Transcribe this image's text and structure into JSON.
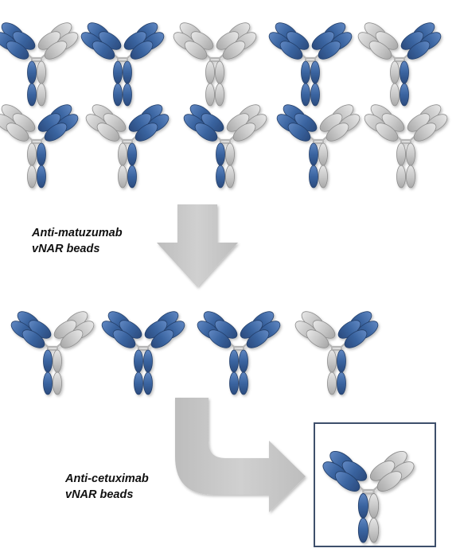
{
  "colors": {
    "blue_chain": "#3a64a0",
    "blue_chain_edge": "#243f6b",
    "grey_chain": "#c9c9c9",
    "grey_chain_edge": "#8c8c8c",
    "hinge": "#b5b5b5",
    "process_arrow": "#c6c6c6",
    "result_frame": "#3e4f6b"
  },
  "steps": [
    {
      "line1": "Anti-matuzumab",
      "line2": "vNAR beads"
    },
    {
      "line1": "Anti-cetuximab",
      "line2": "vNAR beads"
    }
  ],
  "antibody_groups": [
    {
      "name": "starting-mixture",
      "rows": [
        [
          {
            "left": "blue",
            "right": "grey"
          },
          {
            "left": "blue",
            "right": "blue"
          },
          {
            "left": "grey",
            "right": "grey"
          },
          {
            "left": "blue",
            "right": "blue"
          },
          {
            "left": "grey",
            "right": "blue"
          }
        ],
        [
          {
            "left": "grey",
            "right": "blue"
          },
          {
            "left": "grey",
            "right": "blue"
          },
          {
            "left": "blue",
            "right": "grey"
          },
          {
            "left": "blue",
            "right": "grey"
          },
          {
            "left": "grey",
            "right": "grey"
          }
        ]
      ]
    },
    {
      "name": "after-first-capture",
      "rows": [
        [
          {
            "left": "blue",
            "right": "grey"
          },
          {
            "left": "blue",
            "right": "blue"
          },
          {
            "left": "blue",
            "right": "blue"
          },
          {
            "left": "grey",
            "right": "blue"
          }
        ]
      ]
    },
    {
      "name": "final-product",
      "rows": [
        [
          {
            "left": "blue",
            "right": "grey"
          }
        ]
      ]
    }
  ]
}
